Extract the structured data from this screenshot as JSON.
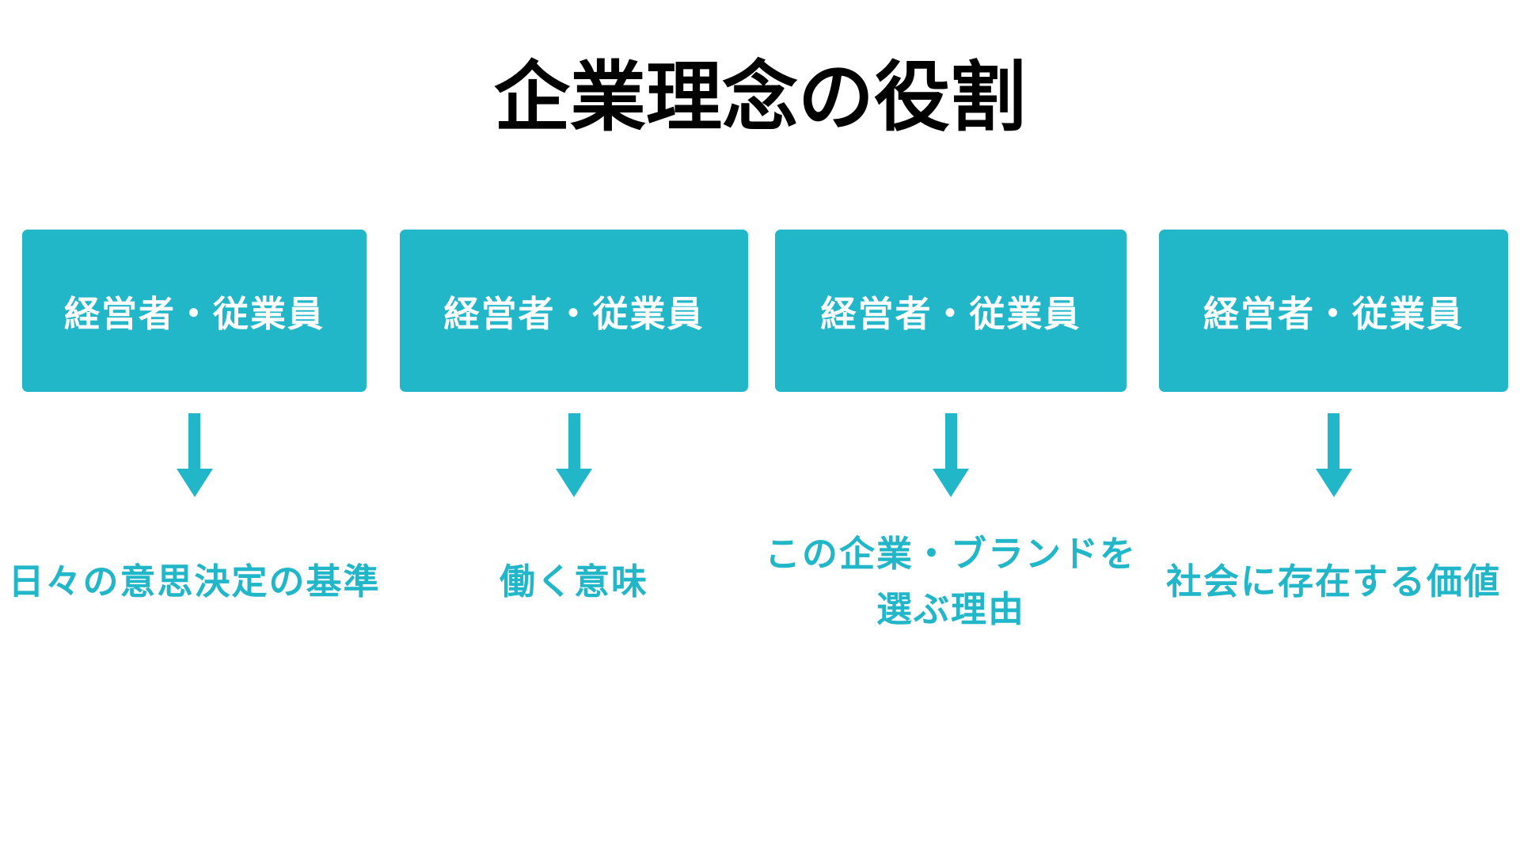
{
  "title": "企業理念の役割",
  "colors": {
    "accent": "#22b6c9",
    "title_text": "#000000",
    "box_text": "#ffffff",
    "page_bg": "#ffffff"
  },
  "columns": [
    {
      "box_label": "経営者・従業員",
      "arrow_icon": "down-arrow",
      "result": "日々の意思決定の基準"
    },
    {
      "box_label": "経営者・従業員",
      "arrow_icon": "down-arrow",
      "result": "働く意味"
    },
    {
      "box_label": "経営者・従業員",
      "arrow_icon": "down-arrow",
      "result": "この企業・ブランドを\n選ぶ理由"
    },
    {
      "box_label": "経営者・従業員",
      "arrow_icon": "down-arrow",
      "result": "社会に存在する価値"
    }
  ]
}
